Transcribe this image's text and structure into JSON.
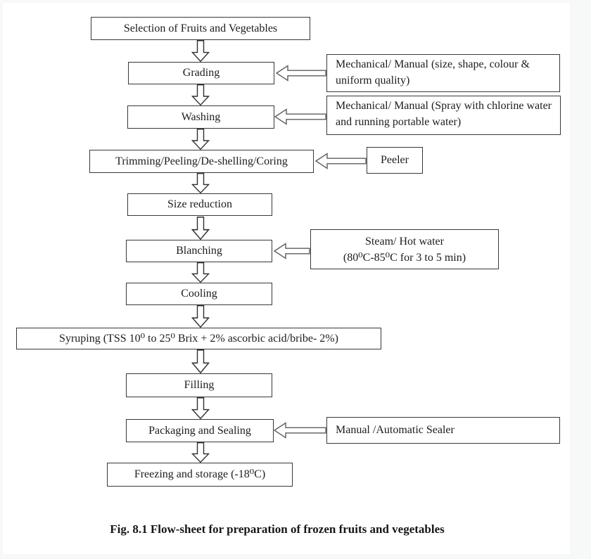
{
  "figure": {
    "caption": "Fig. 8.1 Flow-sheet for preparation of frozen fruits and vegetables",
    "type": "flowchart"
  },
  "colors": {
    "page_bg": "#ffffff",
    "frame_bg": "#f7f8f8",
    "box_border": "#383838",
    "down_arrow_stroke": "#2f2f2f",
    "side_arrow_stroke": "#5c5c5c",
    "ink": "#1c1c1c"
  },
  "steps": [
    {
      "id": "selection",
      "label": "Selection of Fruits and Vegetables"
    },
    {
      "id": "grading",
      "label": "Grading",
      "note": "Mechanical/ Manual (size, shape, colour & uniform quality)"
    },
    {
      "id": "washing",
      "label": "Washing",
      "note": "Mechanical/ Manual (Spray with chlorine water and running portable water)"
    },
    {
      "id": "trimming",
      "label": "Trimming/Peeling/De-shelling/Coring",
      "note": "Peeler"
    },
    {
      "id": "size-reduction",
      "label": "Size reduction"
    },
    {
      "id": "blanching",
      "label": "Blanching",
      "note_line1": "Steam/ Hot water",
      "note_line2": "(80⁰C-85⁰C for 3 to 5 min)"
    },
    {
      "id": "cooling",
      "label": "Cooling"
    },
    {
      "id": "syruping",
      "label": "Syruping (TSS 10⁰ to 25⁰ Brix + 2% ascorbic acid/bribe- 2%)"
    },
    {
      "id": "filling",
      "label": "Filling"
    },
    {
      "id": "packaging",
      "label": "Packaging and Sealing",
      "note": "Manual /Automatic Sealer"
    },
    {
      "id": "freezing",
      "label": "Freezing and storage (-18⁰C)"
    }
  ]
}
